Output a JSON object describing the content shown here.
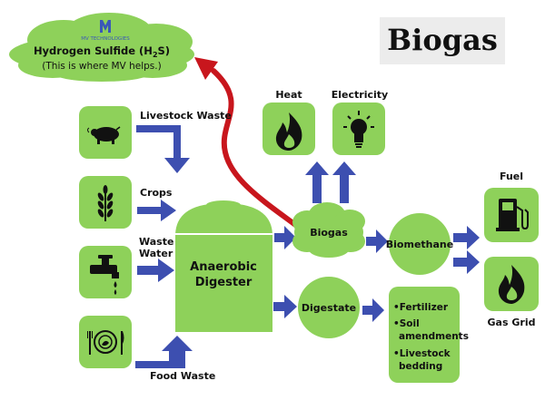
{
  "title": "Biogas",
  "cloud": {
    "logo_text": "MV TECHNOLOGIES",
    "line1_prefix": "Hydrogen Sulfide (H",
    "line1_sub": "2",
    "line1_suffix": "S)",
    "line2": "(This is where MV helps.)"
  },
  "inputs": {
    "livestock": "Livestock Waste",
    "crops": "Crops",
    "water_line1": "Waste",
    "water_line2": "Water",
    "food": "Food Waste"
  },
  "digester": {
    "line1": "Anaerobic",
    "line2": "Digester"
  },
  "biogas": "Biogas",
  "digestate": "Digestate",
  "biomethane": "Biomethane",
  "outputs": {
    "heat": "Heat",
    "electricity": "Electricity",
    "fuel": "Fuel",
    "gas_grid": "Gas Grid"
  },
  "digestate_uses": [
    {
      "bullet": "•",
      "lines": [
        "Fertilizer"
      ]
    },
    {
      "bullet": "•",
      "lines": [
        "Soil",
        "amendments"
      ]
    },
    {
      "bullet": "•",
      "lines": [
        "Livestock",
        "bedding"
      ]
    }
  ],
  "colors": {
    "green": "#8ed15a",
    "arrow_blue": "#3d4fb0",
    "arrow_red": "#c8161d",
    "title_bg": "#ececec"
  },
  "icons": [
    "pig-icon",
    "wheat-icon",
    "faucet-icon",
    "plate-icon",
    "flame-icon",
    "lightbulb-icon",
    "fuel-pump-icon",
    "gas-flame-icon"
  ]
}
